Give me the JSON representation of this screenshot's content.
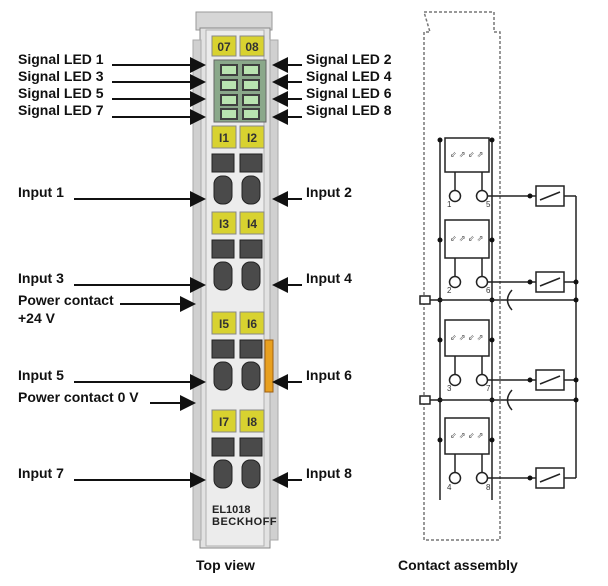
{
  "left_labels": {
    "signal_led_1": "Signal LED 1",
    "signal_led_3": "Signal LED 3",
    "signal_led_5": "Signal LED 5",
    "signal_led_7": "Signal LED 7",
    "input_1": "Input 1",
    "input_3": "Input 3",
    "power_contact_24v_line1": "Power contact",
    "power_contact_24v_line2": "+24 V",
    "input_5": "Input 5",
    "power_contact_0v": "Power contact 0 V",
    "input_7": "Input 7"
  },
  "right_labels": {
    "signal_led_2": "Signal LED 2",
    "signal_led_4": "Signal LED 4",
    "signal_led_6": "Signal LED 6",
    "signal_led_8": "Signal LED 8",
    "input_2": "Input 2",
    "input_4": "Input 4",
    "input_6": "Input 6",
    "input_8": "Input 8"
  },
  "module": {
    "led_tags": [
      "07",
      "08"
    ],
    "input_tags": [
      "I1",
      "I2",
      "I3",
      "I4",
      "I5",
      "I6",
      "I7",
      "I8"
    ],
    "terminal_numbers": [
      "1",
      "5",
      "2",
      "6",
      "3",
      "7",
      "4",
      "8"
    ],
    "model": "EL1018",
    "brand": "BECKHOFF",
    "tag_color": "#d8d230"
  },
  "captions": {
    "top_view": "Top view",
    "contact_assembly": "Contact assembly"
  }
}
